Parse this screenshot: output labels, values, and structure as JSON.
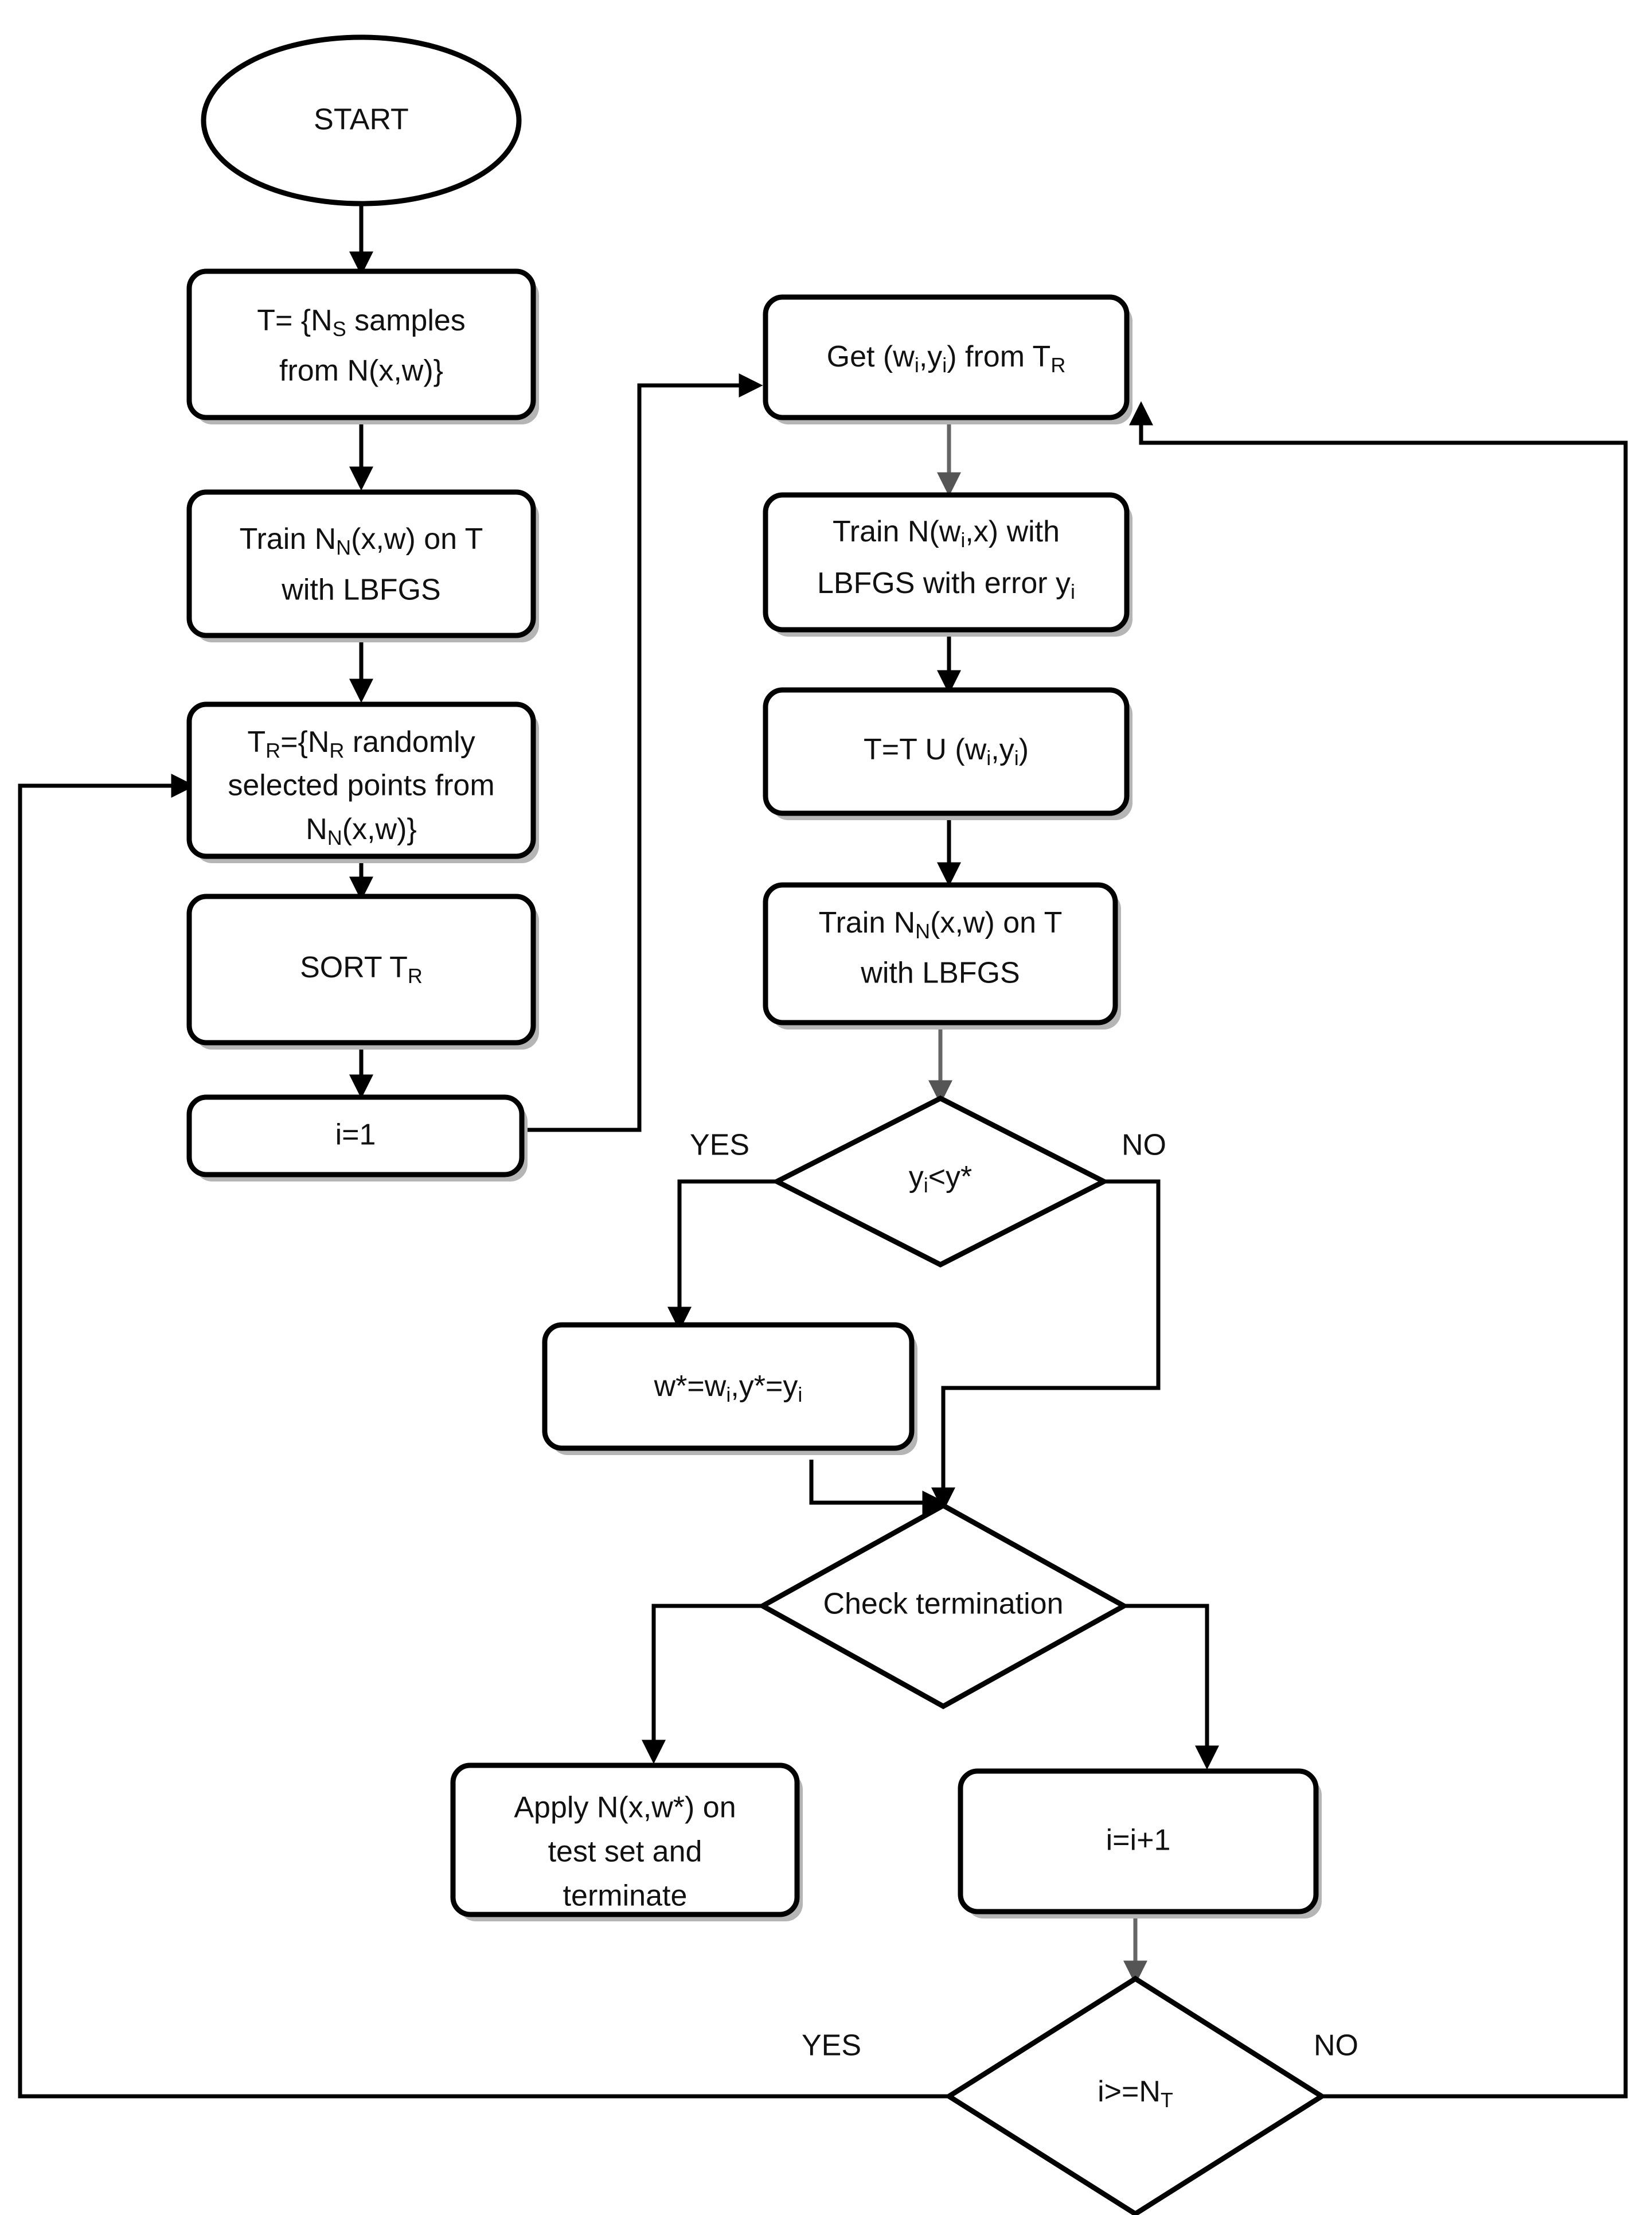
{
  "diagram": {
    "type": "flowchart",
    "title": "Neural network sampling and training algorithm flowchart",
    "background": "#ffffff",
    "stroke_color": "#000000",
    "grey_stroke_color": "#666666",
    "nodes": [
      {
        "id": "start",
        "shape": "terminator",
        "text": "START"
      },
      {
        "id": "init-t",
        "shape": "process",
        "line1_a": "T= {N",
        "line1_sub": "S",
        "line1_b": " samples",
        "line2": "from N(x,w)}"
      },
      {
        "id": "train-nn-t",
        "shape": "process",
        "line1_a": "Train N",
        "line1_sub": "N",
        "line1_b": "(x,w) on T",
        "line2": "with LBFGS"
      },
      {
        "id": "tr-random",
        "shape": "process",
        "line1_a": "T",
        "line1_sub": "R",
        "line1_b": "={N",
        "line1_sub2": "R",
        "line1_c": " randomly",
        "line2": "selected points from",
        "line3_a": "N",
        "line3_sub": "N",
        "line3_b": "(x,w)}"
      },
      {
        "id": "sort-tr",
        "shape": "process",
        "line1_a": "SORT T",
        "line1_sub": "R",
        "line1_b": ""
      },
      {
        "id": "i-init",
        "shape": "process",
        "text": "i=1"
      },
      {
        "id": "get-wy",
        "shape": "process",
        "line1_a": "Get (w",
        "line1_sub": "i",
        "line1_b": ",y",
        "line1_sub2": "i",
        "line1_c": ") from T",
        "line1_sub3": "R"
      },
      {
        "id": "train-n-wx",
        "shape": "process",
        "line1_a": "Train N(w",
        "line1_sub": "i",
        "line1_b": ",x) with",
        "line2_a": "LBFGS with error y",
        "line2_sub": "i"
      },
      {
        "id": "t-union",
        "shape": "process",
        "line1_a": "T=T U (w",
        "line1_sub": "i",
        "line1_b": ",y",
        "line1_sub2": "i",
        "line1_c": ")"
      },
      {
        "id": "train-nn-t2",
        "shape": "process",
        "line1_a": "Train N",
        "line1_sub": "N",
        "line1_b": "(x,w) on T",
        "line2": "with LBFGS"
      },
      {
        "id": "cmp-y",
        "shape": "decision",
        "line1_a": "y",
        "line1_sub": "i",
        "line1_b": "<y*"
      },
      {
        "id": "assign-best",
        "shape": "process",
        "line1_a": "w*=w",
        "line1_sub": "i",
        "line1_b": ",y*=y",
        "line1_sub2": "i"
      },
      {
        "id": "check-term",
        "shape": "decision",
        "text": "Check termination"
      },
      {
        "id": "apply-test",
        "shape": "process",
        "line1": "Apply N(x,w*) on",
        "line2": "test set and",
        "line3": "terminate"
      },
      {
        "id": "i-increment",
        "shape": "process",
        "text": "i=i+1"
      },
      {
        "id": "cmp-i",
        "shape": "decision",
        "line1_a": "i>=N",
        "line1_sub": "T",
        "line1_b": ""
      }
    ],
    "edge_labels": {
      "cmp_y_yes": "YES",
      "cmp_y_no": "NO",
      "cmp_i_yes": "YES",
      "cmp_i_no": "NO"
    }
  }
}
